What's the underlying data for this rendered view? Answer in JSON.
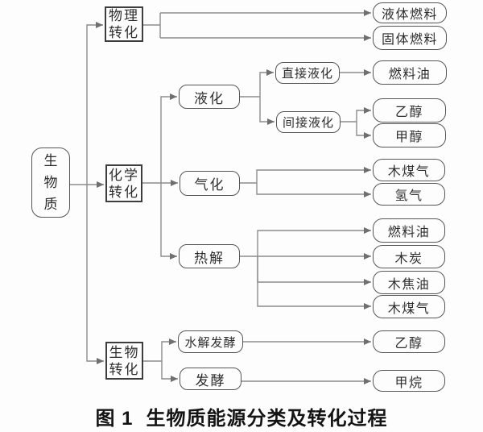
{
  "palette": {
    "line": "#8c8c8c",
    "arrow": "#6f6f6f",
    "rect_border": "#3d3d3d",
    "round_border": "#565656",
    "text": "#2e2e2e",
    "caption_text": "#141414",
    "background": "#fdfdfd"
  },
  "caption": {
    "prefix": "图 1",
    "title": "生物质能源分类及转化过程"
  },
  "nodes": {
    "biomass": {
      "label": "生物质",
      "lines": [
        "生",
        "物",
        "质"
      ]
    },
    "physical": {
      "label": "物理转化",
      "lines": [
        "物理",
        "转化"
      ]
    },
    "chemical": {
      "label": "化学转化",
      "lines": [
        "化学",
        "转化"
      ]
    },
    "biological": {
      "label": "生物转化",
      "lines": [
        "生物",
        "转化"
      ]
    },
    "liquefaction": {
      "label": "液化"
    },
    "gasification": {
      "label": "气化"
    },
    "pyrolysis": {
      "label": "热解"
    },
    "direct_liquefaction": {
      "label": "直接液化"
    },
    "indirect_liquefaction": {
      "label": "间接液化"
    },
    "hydrolysis_fermentation": {
      "label": "水解发酵"
    },
    "fermentation": {
      "label": "发酵"
    },
    "liquid_fuel": {
      "label": "液体燃料"
    },
    "solid_fuel": {
      "label": "固体燃料"
    },
    "fuel_oil_direct": {
      "label": "燃料油"
    },
    "ethanol_indirect": {
      "label": "乙醇"
    },
    "methanol": {
      "label": "甲醇"
    },
    "wood_gas_gasification": {
      "label": "木煤气"
    },
    "hydrogen": {
      "label": "氢气"
    },
    "fuel_oil_pyrolysis": {
      "label": "燃料油"
    },
    "charcoal": {
      "label": "木炭"
    },
    "wood_tar": {
      "label": "木焦油"
    },
    "wood_gas_pyrolysis": {
      "label": "木煤气"
    },
    "ethanol_hydrolysis": {
      "label": "乙醇"
    },
    "methane": {
      "label": "甲烷"
    }
  },
  "edges": [
    {
      "from": "生物质",
      "to": "物理转化"
    },
    {
      "from": "生物质",
      "to": "化学转化"
    },
    {
      "from": "生物质",
      "to": "生物转化"
    },
    {
      "from": "物理转化",
      "to": "液体燃料"
    },
    {
      "from": "物理转化",
      "to": "固体燃料"
    },
    {
      "from": "化学转化",
      "to": "液化"
    },
    {
      "from": "化学转化",
      "to": "气化"
    },
    {
      "from": "化学转化",
      "to": "热解"
    },
    {
      "from": "液化",
      "to": "直接液化"
    },
    {
      "from": "液化",
      "to": "间接液化"
    },
    {
      "from": "直接液化",
      "to": "燃料油"
    },
    {
      "from": "间接液化",
      "to": "乙醇"
    },
    {
      "from": "间接液化",
      "to": "甲醇"
    },
    {
      "from": "气化",
      "to": "木煤气"
    },
    {
      "from": "气化",
      "to": "氢气"
    },
    {
      "from": "热解",
      "to": "燃料油"
    },
    {
      "from": "热解",
      "to": "木炭"
    },
    {
      "from": "热解",
      "to": "木焦油"
    },
    {
      "from": "热解",
      "to": "木煤气"
    },
    {
      "from": "生物转化",
      "to": "水解发酵"
    },
    {
      "from": "生物转化",
      "to": "发酵"
    },
    {
      "from": "水解发酵",
      "to": "乙醇"
    },
    {
      "from": "发酵",
      "to": "甲烷"
    }
  ]
}
